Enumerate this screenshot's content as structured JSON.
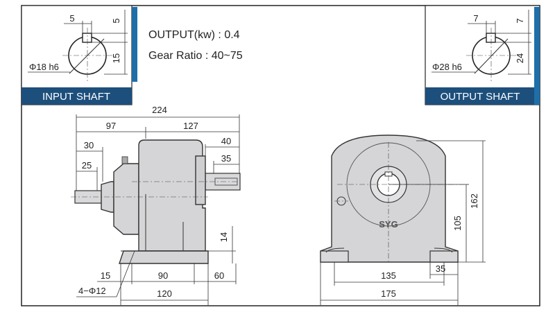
{
  "specs": {
    "output": "OUTPUT(kw) : 0.4",
    "gear_ratio": "Gear Ratio : 40~75"
  },
  "input_shaft": {
    "label": "INPUT SHAFT",
    "key_width": "5",
    "key_depth": "5",
    "height": "15",
    "diameter": "Φ18 h6"
  },
  "output_shaft": {
    "label": "OUTPUT SHAFT",
    "key_width": "7",
    "key_depth": "7",
    "height": "24",
    "diameter": "Φ28 h6"
  },
  "side_view": {
    "overall": "224",
    "left": "97",
    "right": "127",
    "in_shaft_len": "30",
    "in_key_len": "25",
    "out_shaft_len": "40",
    "out_key_len": "35",
    "foot_thickness": "14",
    "foot_offset": "15",
    "hole_pitch": "90",
    "foot_right": "60",
    "foot_width": "120",
    "holes": "4−Φ12"
  },
  "front_view": {
    "hole_pitch": "135",
    "foot_width": "175",
    "foot_edge": "35",
    "center_height": "105",
    "overall_height": "162",
    "brand": "SYG"
  },
  "colors": {
    "label_bar": "#1d4f7c",
    "accent": "#1e6fa8",
    "body": "#d5d5d7"
  }
}
